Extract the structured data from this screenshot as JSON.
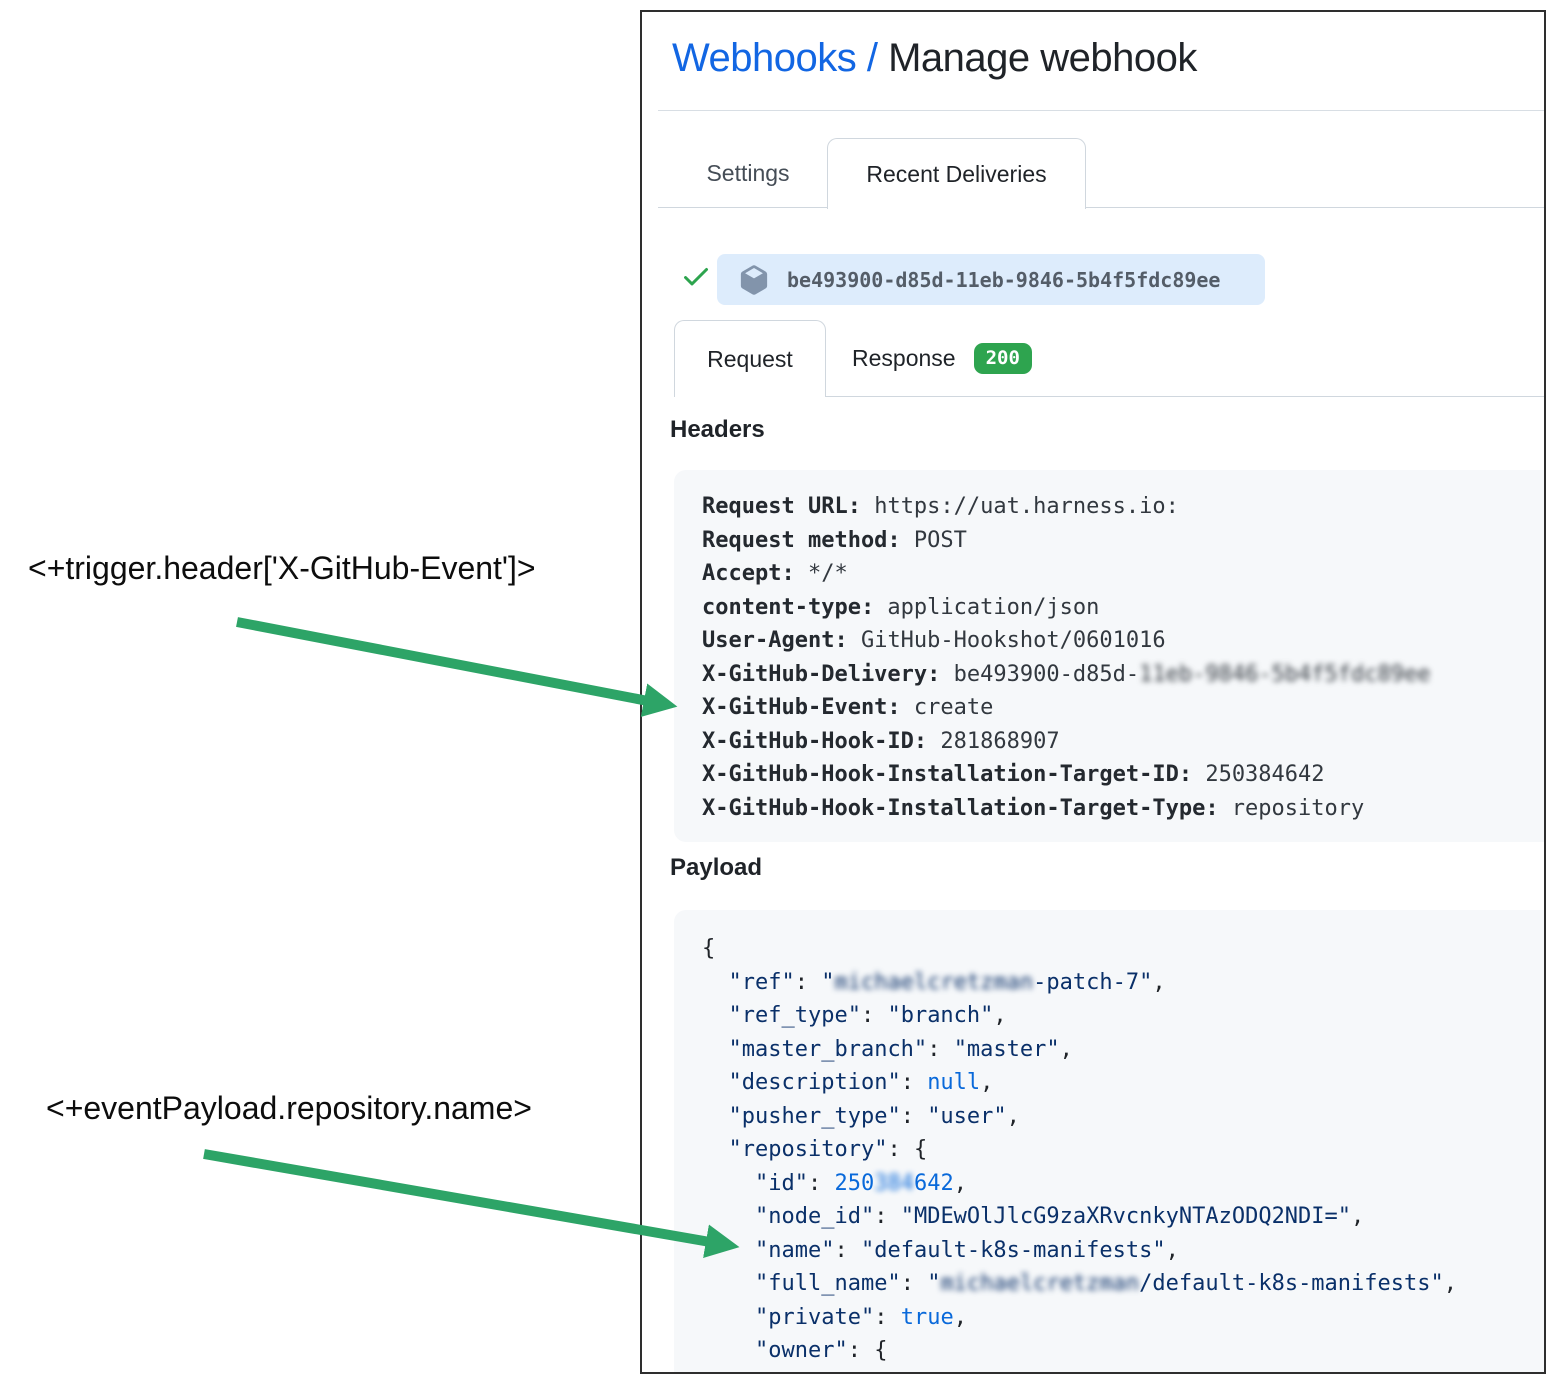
{
  "breadcrumb": {
    "link": "Webhooks",
    "separator": " / ",
    "current": "Manage webhook",
    "link_with_separator": "Webhooks / "
  },
  "tabs": {
    "settings": "Settings",
    "recent_deliveries": "Recent Deliveries"
  },
  "delivery": {
    "status_icon": "check-icon",
    "guid": "be493900-d85d-11eb-9846-5b4f5fdc89ee"
  },
  "subtabs": {
    "request": "Request",
    "response": "Response",
    "response_status": "200"
  },
  "headers_section": {
    "title": "Headers",
    "rows": [
      {
        "key": "Request URL:",
        "value": "https://uat.harness.io:"
      },
      {
        "key": "Request method:",
        "value": "POST"
      },
      {
        "key": "Accept:",
        "value": "*/*"
      },
      {
        "key": "content-type:",
        "value": "application/json"
      },
      {
        "key": "User-Agent:",
        "value": "GitHub-Hookshot/0601016"
      },
      {
        "key": "X-GitHub-Delivery:",
        "value": "be493900-d85d-",
        "redacted": "11eb-9846-5b4f5fdc89ee"
      },
      {
        "key": "X-GitHub-Event:",
        "value": "create"
      },
      {
        "key": "X-GitHub-Hook-ID:",
        "value": "281868907"
      },
      {
        "key": "X-GitHub-Hook-Installation-Target-ID:",
        "value": "250384642"
      },
      {
        "key": "X-GitHub-Hook-Installation-Target-Type:",
        "value": "repository"
      }
    ]
  },
  "payload_section": {
    "title": "Payload",
    "lines": [
      [
        {
          "t": "{",
          "c": "p"
        }
      ],
      [
        {
          "t": "  ",
          "c": "p"
        },
        {
          "t": "\"ref\"",
          "c": "k"
        },
        {
          "t": ": ",
          "c": "p"
        },
        {
          "t": "\"",
          "c": "k"
        },
        {
          "t": "michaelcretzman",
          "c": "k",
          "blur": true
        },
        {
          "t": "-patch-7\"",
          "c": "k"
        },
        {
          "t": ",",
          "c": "p"
        }
      ],
      [
        {
          "t": "  ",
          "c": "p"
        },
        {
          "t": "\"ref_type\"",
          "c": "k"
        },
        {
          "t": ": ",
          "c": "p"
        },
        {
          "t": "\"branch\"",
          "c": "k"
        },
        {
          "t": ",",
          "c": "p"
        }
      ],
      [
        {
          "t": "  ",
          "c": "p"
        },
        {
          "t": "\"master_branch\"",
          "c": "k"
        },
        {
          "t": ": ",
          "c": "p"
        },
        {
          "t": "\"master\"",
          "c": "k"
        },
        {
          "t": ",",
          "c": "p"
        }
      ],
      [
        {
          "t": "  ",
          "c": "p"
        },
        {
          "t": "\"description\"",
          "c": "k"
        },
        {
          "t": ": ",
          "c": "p"
        },
        {
          "t": "null",
          "c": "v"
        },
        {
          "t": ",",
          "c": "p"
        }
      ],
      [
        {
          "t": "  ",
          "c": "p"
        },
        {
          "t": "\"pusher_type\"",
          "c": "k"
        },
        {
          "t": ": ",
          "c": "p"
        },
        {
          "t": "\"user\"",
          "c": "k"
        },
        {
          "t": ",",
          "c": "p"
        }
      ],
      [
        {
          "t": "  ",
          "c": "p"
        },
        {
          "t": "\"repository\"",
          "c": "k"
        },
        {
          "t": ": {",
          "c": "p"
        }
      ],
      [
        {
          "t": "    ",
          "c": "p"
        },
        {
          "t": "\"id\"",
          "c": "k"
        },
        {
          "t": ": ",
          "c": "p"
        },
        {
          "t": "250",
          "c": "v"
        },
        {
          "t": "384",
          "c": "v",
          "blur": true
        },
        {
          "t": "642",
          "c": "v"
        },
        {
          "t": ",",
          "c": "p"
        }
      ],
      [
        {
          "t": "    ",
          "c": "p"
        },
        {
          "t": "\"node_id\"",
          "c": "k"
        },
        {
          "t": ": ",
          "c": "p"
        },
        {
          "t": "\"MDEwOlJlcG9zaXRvcnkyNTAzODQ2NDI=\"",
          "c": "k"
        },
        {
          "t": ",",
          "c": "p"
        }
      ],
      [
        {
          "t": "    ",
          "c": "p"
        },
        {
          "t": "\"name\"",
          "c": "k"
        },
        {
          "t": ": ",
          "c": "p"
        },
        {
          "t": "\"default-k8s-manifests\"",
          "c": "k"
        },
        {
          "t": ",",
          "c": "p"
        }
      ],
      [
        {
          "t": "    ",
          "c": "p"
        },
        {
          "t": "\"full_name\"",
          "c": "k"
        },
        {
          "t": ": ",
          "c": "p"
        },
        {
          "t": "\"",
          "c": "k"
        },
        {
          "t": "michaelcretzman",
          "c": "k",
          "blur": true
        },
        {
          "t": "/default-k8s-manifests\"",
          "c": "k"
        },
        {
          "t": ",",
          "c": "p"
        }
      ],
      [
        {
          "t": "    ",
          "c": "p"
        },
        {
          "t": "\"private\"",
          "c": "k"
        },
        {
          "t": ": ",
          "c": "p"
        },
        {
          "t": "true",
          "c": "v"
        },
        {
          "t": ",",
          "c": "p"
        }
      ],
      [
        {
          "t": "    ",
          "c": "p"
        },
        {
          "t": "\"owner\"",
          "c": "k"
        },
        {
          "t": ": {",
          "c": "p"
        }
      ]
    ]
  },
  "annotations": {
    "trigger_header": "<+trigger.header['X-GitHub-Event']>",
    "event_payload": "<+eventPayload.repository.name>"
  },
  "colors": {
    "blue": "#1266e3",
    "green_check": "#2da44e",
    "green_badge": "#2ea44f",
    "green_arrow": "#2da467",
    "pill_bg": "#ddecfc",
    "box_bg": "#f6f8fa"
  }
}
